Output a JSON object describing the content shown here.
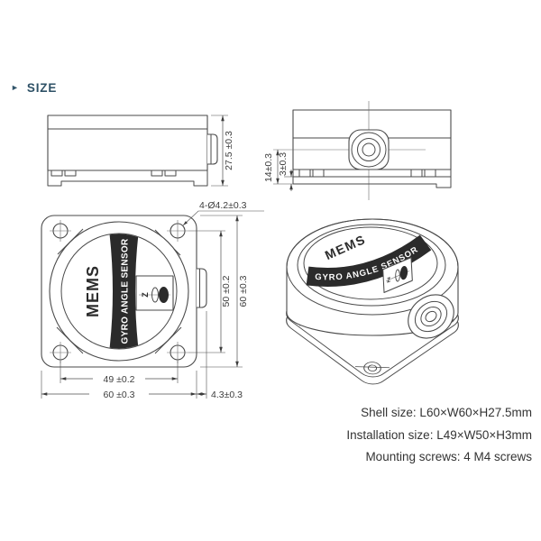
{
  "header": {
    "bullet": "►",
    "title": "SIZE"
  },
  "side_view": {
    "height": "27.5 ±0.3"
  },
  "rear_view": {
    "center_height": "14±0.3",
    "base_thickness": "3±0.3"
  },
  "front_view": {
    "holes": "4-Ø4.2±0.3",
    "hole_pitch_v": "50 ±0.2",
    "height": "60 ±0.3",
    "hole_pitch_h": "49 ±0.2",
    "width": "60 ±0.3",
    "connector_offset": "4.3±0.3",
    "brand": "MEMS",
    "band": "GYRO ANGLE SENSOR",
    "axis": "Z"
  },
  "iso_view": {
    "brand": "MEMS",
    "band": "GYRO ANGLE SENSOR",
    "axis": "Z"
  },
  "specs": {
    "shell": "Shell size: L60×W60×H27.5mm",
    "installation": "Installation size: L49×W50×H3mm",
    "screws": "Mounting screws: 4 M4 screws"
  },
  "colors": {
    "line": "#4a4a4a",
    "dim_text": "#3d3d3d",
    "band": "#2b2b2b",
    "accent": "#2e5166"
  }
}
